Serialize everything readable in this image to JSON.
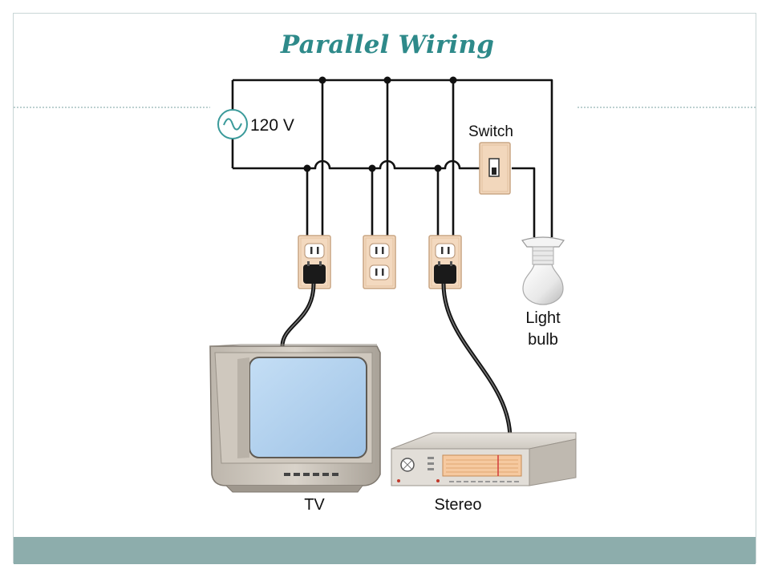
{
  "slide": {
    "title": "Parallel Wiring"
  },
  "diagram": {
    "source_voltage": "120 V",
    "switch_label": "Switch",
    "light_label_line1": "Light",
    "light_label_line2": "bulb",
    "tv_label": "TV",
    "stereo_label": "Stereo"
  },
  "colors": {
    "title": "#2e8a8a",
    "footer_bar": "#8dadac",
    "divider": "#7aa0a0",
    "outlet_plate": "#f3d9bf",
    "source_symbol": "#3a9a9a",
    "tv_screen": "#b4d3ef"
  }
}
